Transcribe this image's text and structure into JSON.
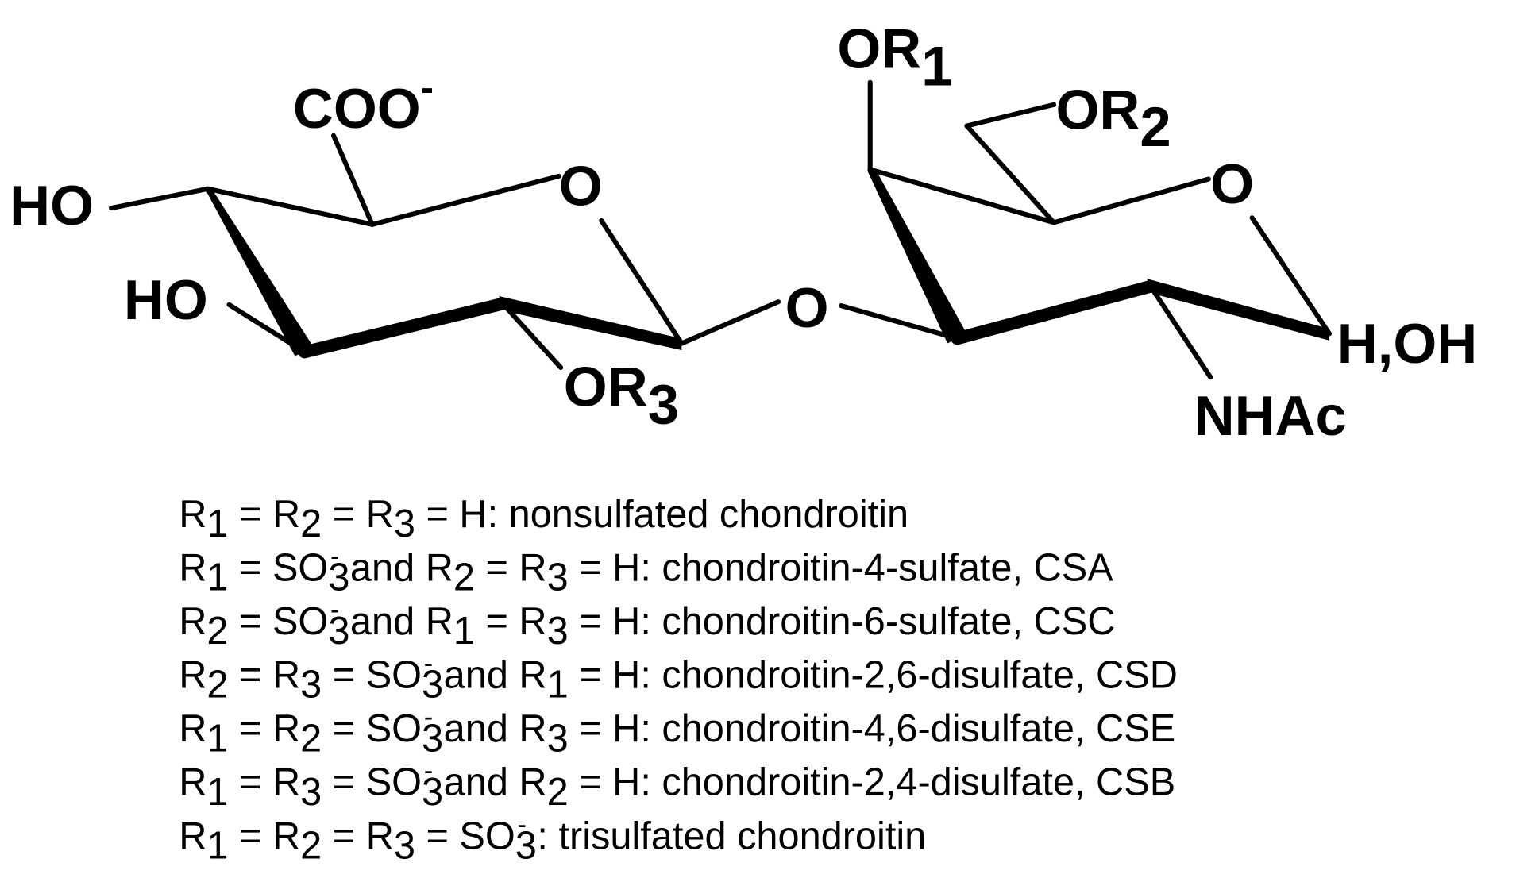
{
  "structure": {
    "labels": {
      "ho_top": "HO",
      "coo": "COO",
      "coo_charge": "-",
      "ring_o_left": "O",
      "ho_bottom": "HO",
      "or3": "OR",
      "or3_sub": "3",
      "glycosidic_o": "O",
      "or1": "OR",
      "or1_sub": "1",
      "or2": "OR",
      "or2_sub": "2",
      "ring_o_right": "O",
      "h_oh": "H,OH",
      "nhac": "NHAc"
    }
  },
  "legend": {
    "lines": [
      [
        {
          "t": "R"
        },
        {
          "sub": "1"
        },
        {
          "t": " = R"
        },
        {
          "sub": "2"
        },
        {
          "t": " = R"
        },
        {
          "sub": "3"
        },
        {
          "t": " = H: nonsulfated chondroitin"
        }
      ],
      [
        {
          "t": "R"
        },
        {
          "sub": "1"
        },
        {
          "t": " = SO"
        },
        {
          "sub": "3"
        },
        {
          "sup": "-"
        },
        {
          "t": "  and R"
        },
        {
          "sub": "2"
        },
        {
          "t": " = R"
        },
        {
          "sub": "3"
        },
        {
          "t": " = H: chondroitin-4-sulfate, CSA"
        }
      ],
      [
        {
          "t": "R"
        },
        {
          "sub": "2"
        },
        {
          "t": " = SO"
        },
        {
          "sub": "3"
        },
        {
          "sup": "-"
        },
        {
          "t": "  and R"
        },
        {
          "sub": "1"
        },
        {
          "t": " = R"
        },
        {
          "sub": "3"
        },
        {
          "t": " = H: chondroitin-6-sulfate, CSC"
        }
      ],
      [
        {
          "t": "R"
        },
        {
          "sub": "2"
        },
        {
          "t": " = R"
        },
        {
          "sub": "3"
        },
        {
          "t": " = SO"
        },
        {
          "sub": "3"
        },
        {
          "sup": "-"
        },
        {
          "t": "  and R"
        },
        {
          "sub": "1"
        },
        {
          "t": " = H: chondroitin-2,6-disulfate, CSD"
        }
      ],
      [
        {
          "t": "R"
        },
        {
          "sub": "1"
        },
        {
          "t": " = R"
        },
        {
          "sub": "2"
        },
        {
          "t": " = SO"
        },
        {
          "sub": "3"
        },
        {
          "sup": "-"
        },
        {
          "t": "  and R"
        },
        {
          "sub": "3"
        },
        {
          "t": " = H: chondroitin-4,6-disulfate, CSE"
        }
      ],
      [
        {
          "t": "R"
        },
        {
          "sub": "1"
        },
        {
          "t": " = R"
        },
        {
          "sub": "3"
        },
        {
          "t": " = SO"
        },
        {
          "sub": "3"
        },
        {
          "sup": "-"
        },
        {
          "t": "  and R"
        },
        {
          "sub": "2"
        },
        {
          "t": " = H: chondroitin-2,4-disulfate, CSB"
        }
      ],
      [
        {
          "t": "R"
        },
        {
          "sub": "1"
        },
        {
          "t": " = R"
        },
        {
          "sub": "2"
        },
        {
          "t": " = R"
        },
        {
          "sub": "3"
        },
        {
          "t": " = SO"
        },
        {
          "sub": "3"
        },
        {
          "sup": "-"
        },
        {
          "t": " : trisulfated chondroitin"
        }
      ]
    ]
  }
}
